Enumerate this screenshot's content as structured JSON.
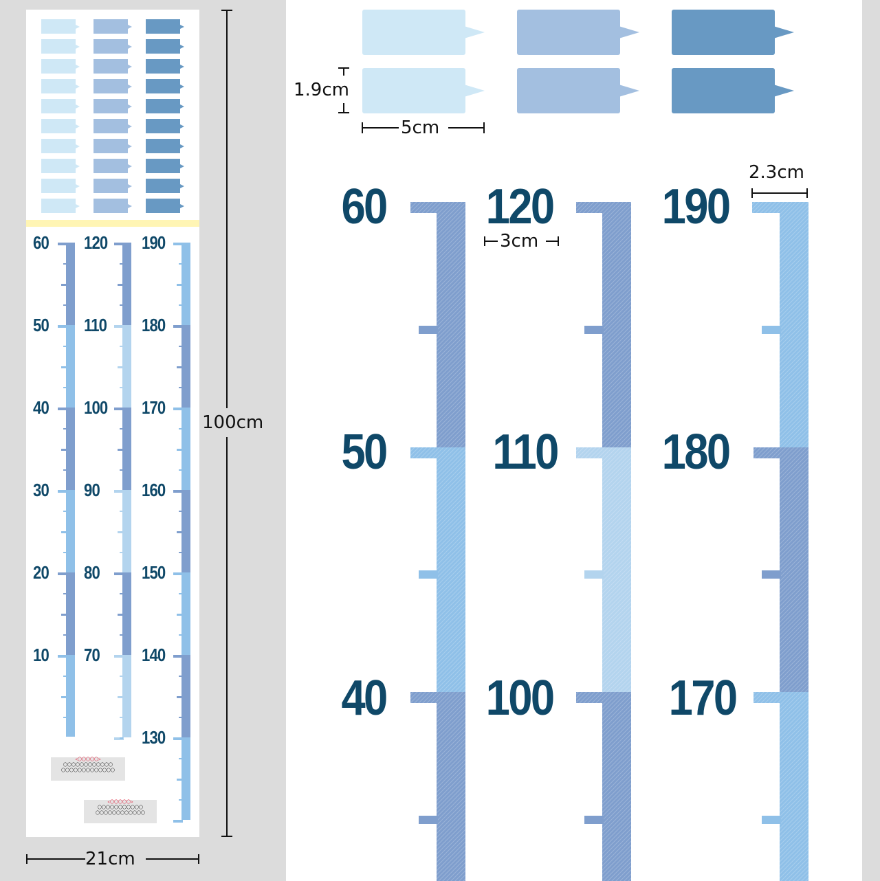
{
  "dimensions": {
    "sheet_width": "21cm",
    "sheet_height": "100cm",
    "label_height": "1.9cm",
    "label_width": "5cm",
    "scale_label_width": "3cm",
    "bar_width": "2.3cm"
  },
  "colors": {
    "label_light": "#cfe8f6",
    "label_mid": "#a3bfe0",
    "label_dark": "#6899c3",
    "number": "#0f4868",
    "denim_dark": "#7f9ecd",
    "denim_light": "#8fc0e8",
    "denim_pale": "#b3d4ee"
  },
  "large_scale": {
    "columns": [
      {
        "top": "60",
        "mid": "50",
        "bottom": "40"
      },
      {
        "top": "120",
        "mid": "110",
        "bottom": "100"
      },
      {
        "top": "190",
        "mid": "180",
        "bottom": "170"
      }
    ]
  },
  "small_scale": {
    "columns": [
      {
        "labels": [
          "60",
          "50",
          "40",
          "30",
          "20",
          "10"
        ]
      },
      {
        "labels": [
          "120",
          "110",
          "100",
          "90",
          "80",
          "70"
        ]
      },
      {
        "labels": [
          "190",
          "180",
          "170",
          "160",
          "150",
          "140",
          "130"
        ]
      }
    ]
  }
}
